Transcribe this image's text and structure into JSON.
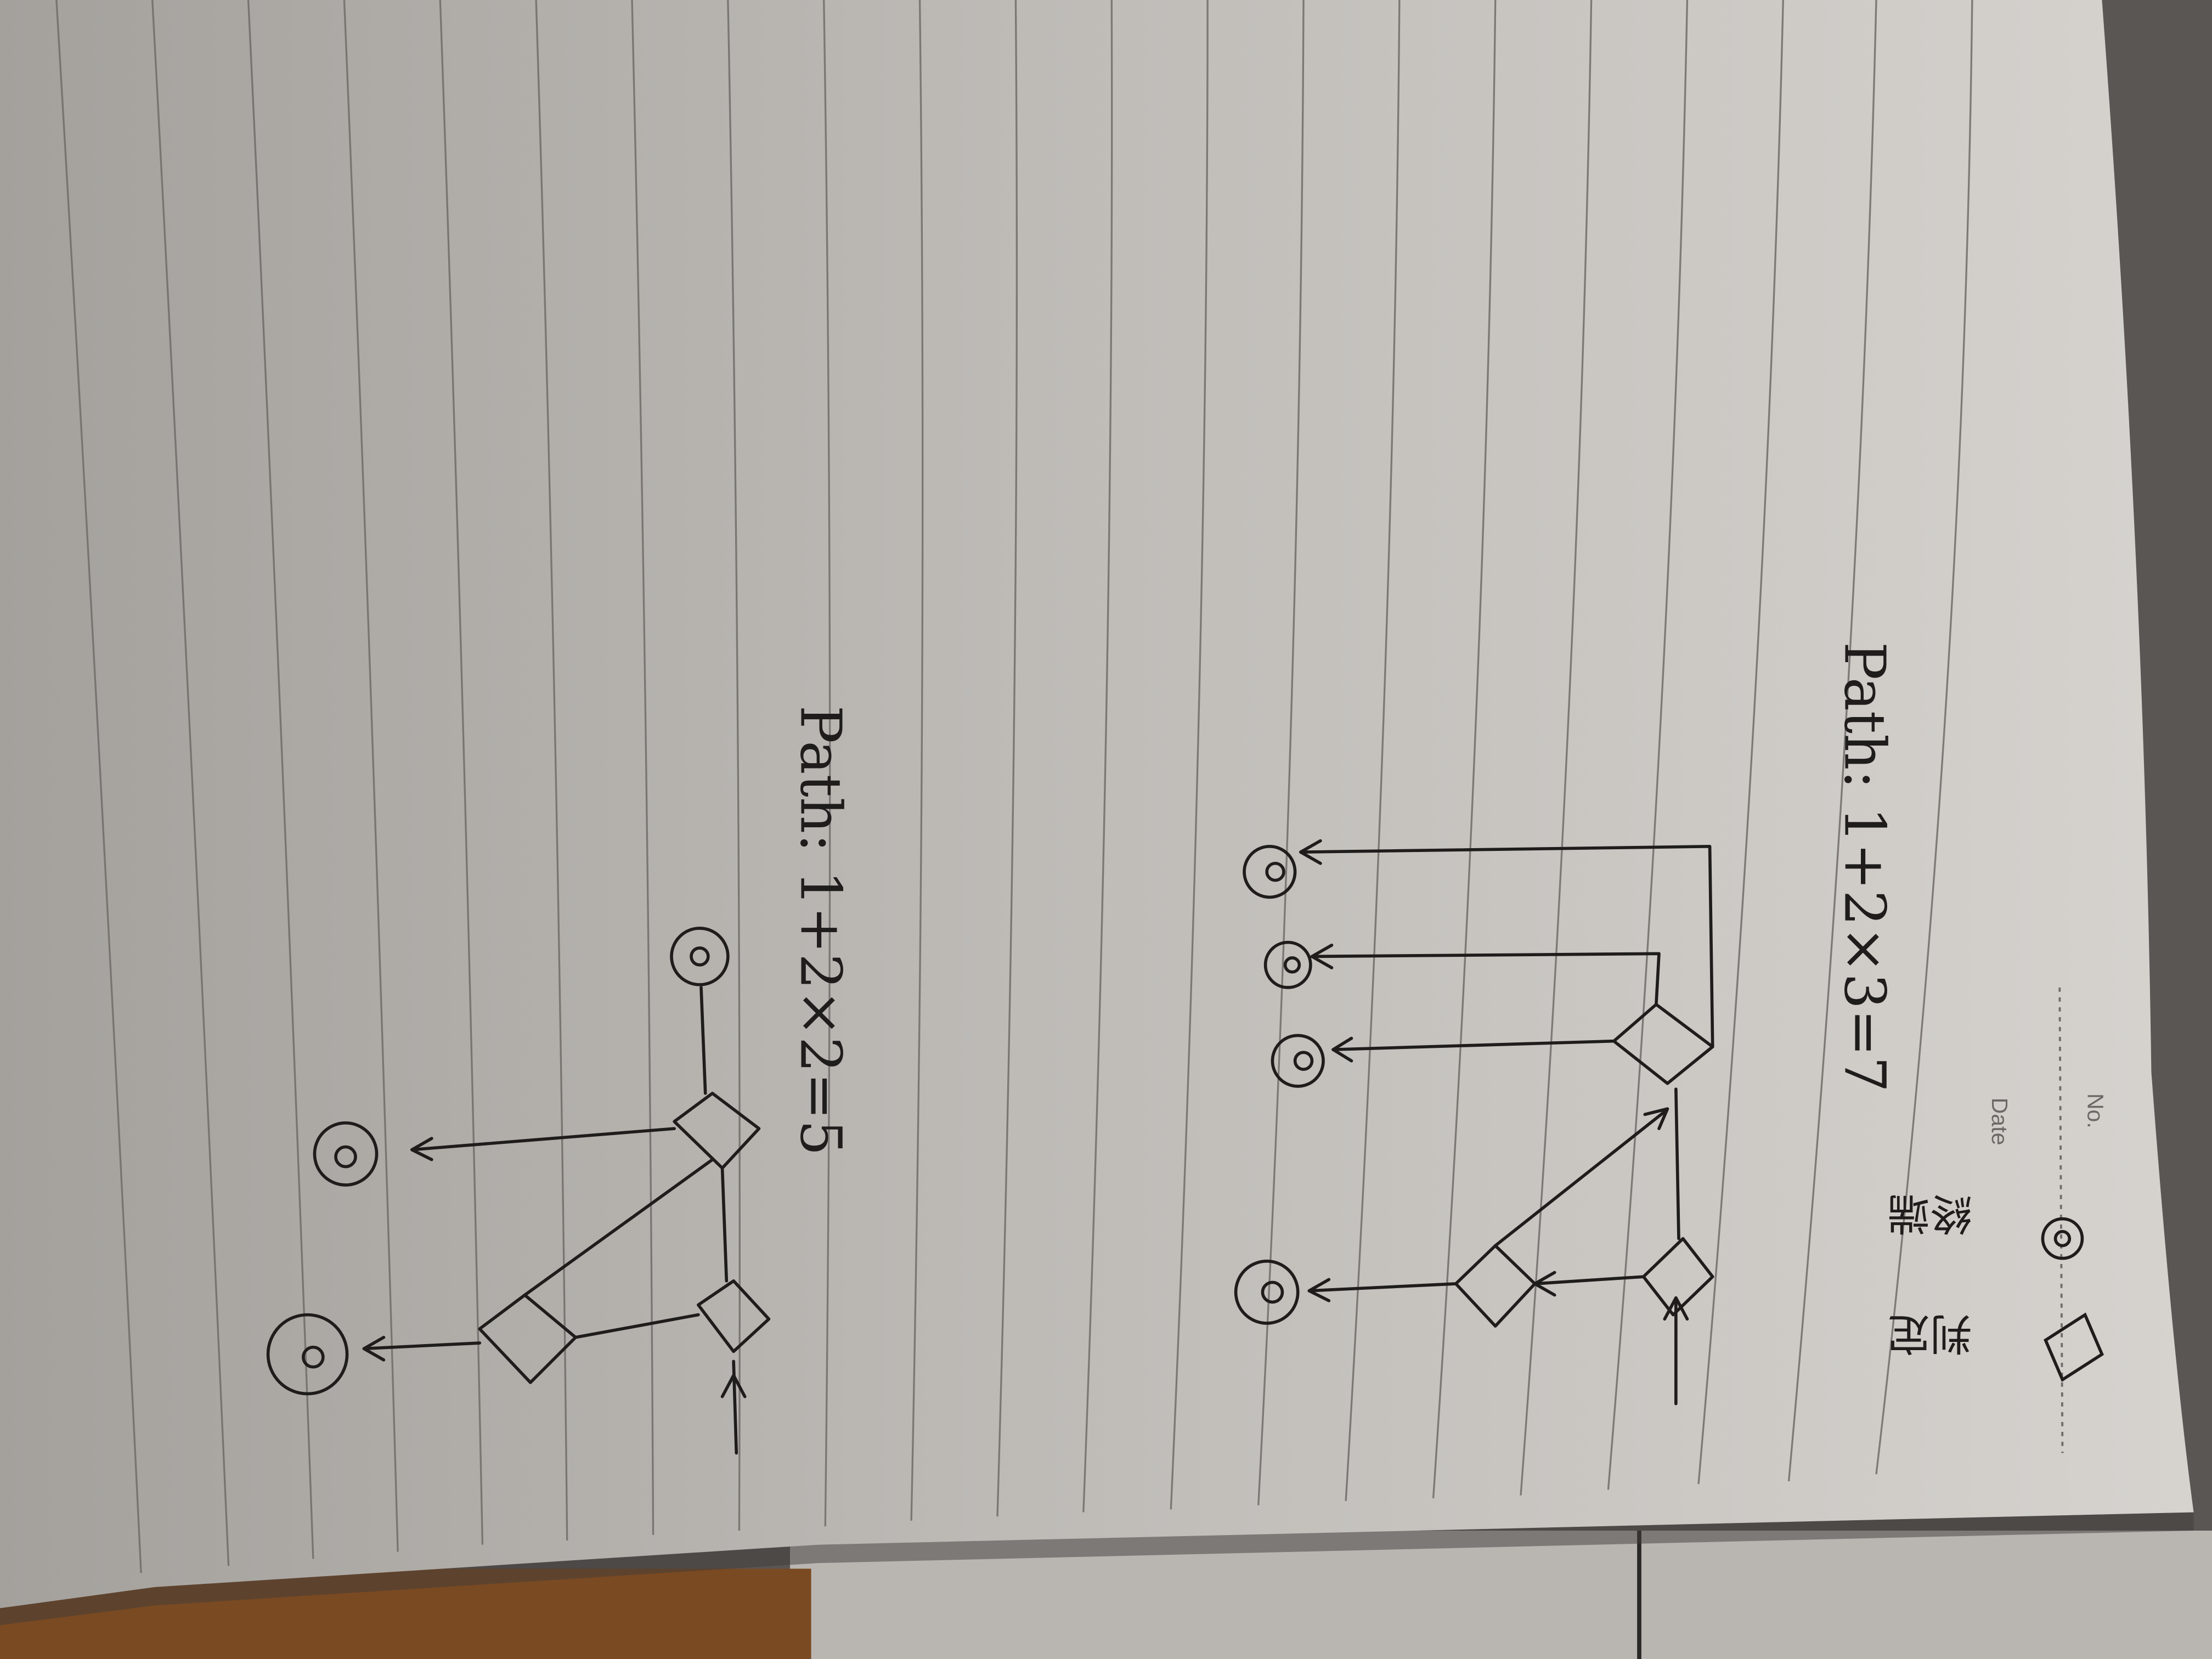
{
  "photo": {
    "subject": "Handwritten flowchart notes on ruled notebook paper, photographed rotated",
    "palette": {
      "background": "#5a5654",
      "paper": "#cfccc8",
      "paper_shadow": "#a9a6a2",
      "rule_line": "#6f6c69",
      "ink": "#1f1d1c",
      "wood": "#7a4a22",
      "table": "#b9b6b2"
    }
  },
  "header": {
    "no_label": "No.",
    "date_label": "Date"
  },
  "legend": {
    "decision_label": "判定",
    "terminal_label": "終端"
  },
  "diagrams": [
    {
      "id": "upper",
      "path_note": "Path: 1+2×3=7",
      "decision_count": 3,
      "terminal_count": 4
    },
    {
      "id": "lower",
      "path_note": "Path: 1+2×2=5",
      "decision_count": 3,
      "terminal_count": 3
    }
  ]
}
